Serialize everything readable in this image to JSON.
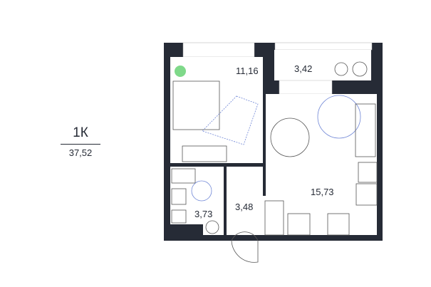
{
  "apartment": {
    "type": "1К",
    "total_area": "37,52"
  },
  "rooms": [
    {
      "name": "bedroom",
      "area": "11,16"
    },
    {
      "name": "balcony",
      "area": "3,42"
    },
    {
      "name": "kitchen-living",
      "area": "15,73"
    },
    {
      "name": "hallway",
      "area": "3,48"
    },
    {
      "name": "bathroom",
      "area": "3,73"
    }
  ],
  "colors": {
    "wall": "#262b36",
    "plant": "#7fd98a",
    "rug": "#6f86d6"
  }
}
